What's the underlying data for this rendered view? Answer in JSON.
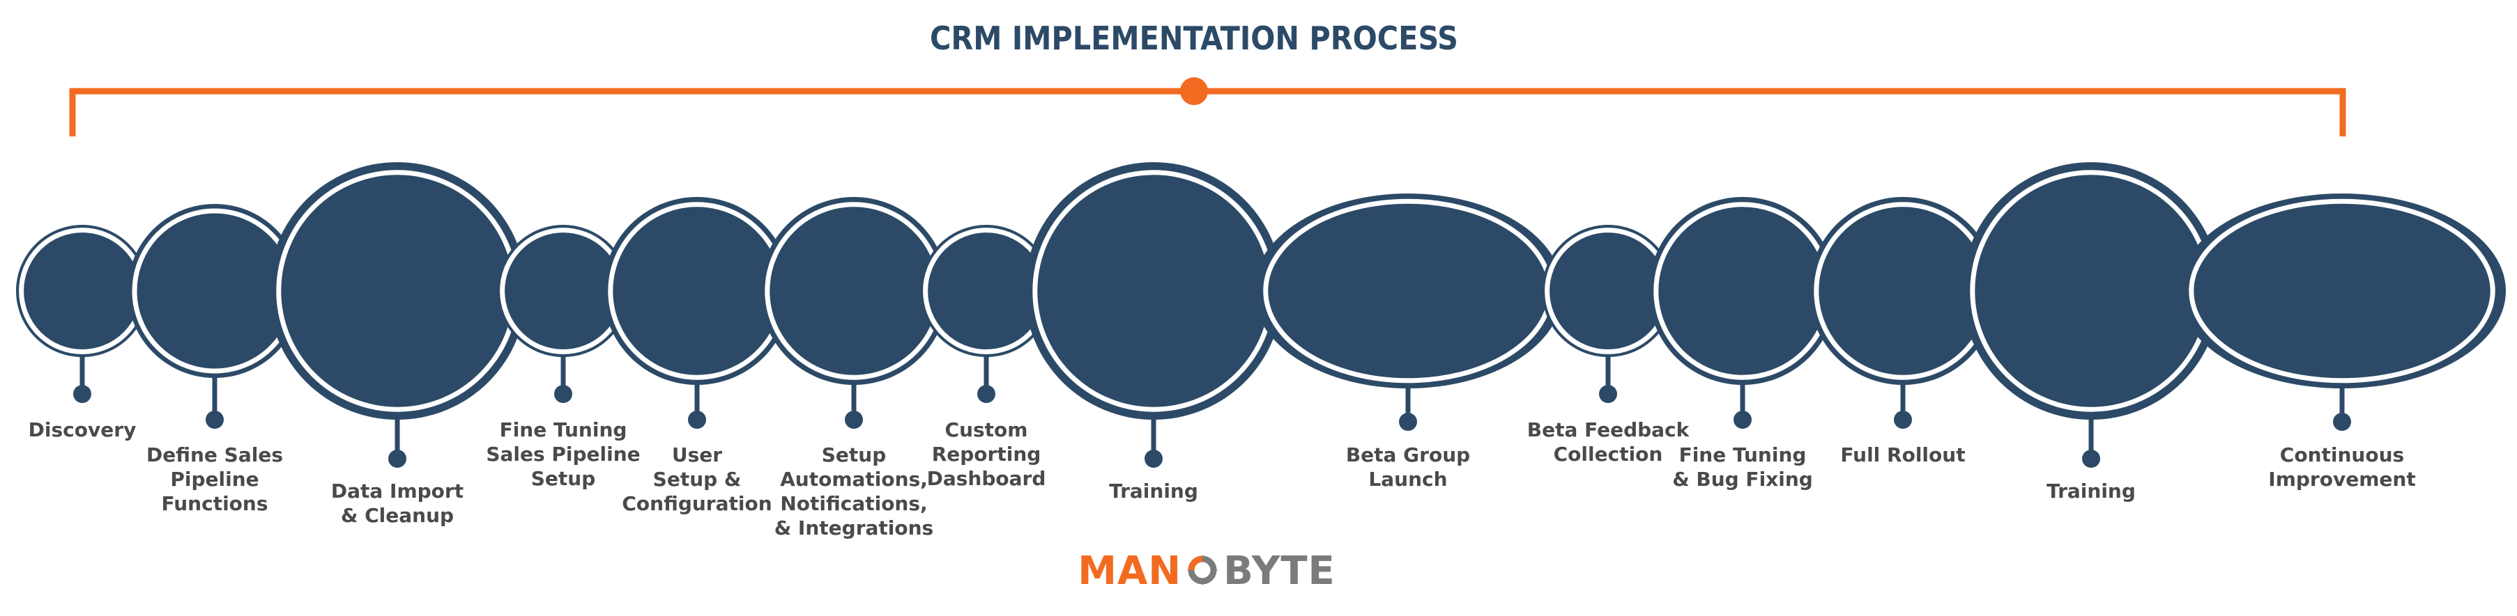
{
  "title": "CRM IMPLEMENTATION PROCESS",
  "colors": {
    "accent": "#f26b21",
    "node": "#2c4a67",
    "text": "#4a4a4a",
    "logo_gray": "#7b7b7b"
  },
  "steps": [
    {
      "label": "Discovery"
    },
    {
      "label": "Define Sales\nPipeline\nFunctions"
    },
    {
      "label": "Data Import\n& Cleanup"
    },
    {
      "label": "Fine Tuning\nSales Pipeline\nSetup"
    },
    {
      "label": "User\nSetup &\nConfiguration"
    },
    {
      "label": "Setup\nAutomations,\nNotifications,\n& Integrations"
    },
    {
      "label": "Custom\nReporting\nDashboard"
    },
    {
      "label": "Training"
    },
    {
      "label": "Beta Group\nLaunch"
    },
    {
      "label": "Beta Feedback\nCollection"
    },
    {
      "label": "Fine Tuning\n& Bug Fixing"
    },
    {
      "label": "Full Rollout"
    },
    {
      "label": "Training"
    },
    {
      "label": "Continuous\nImprovement"
    }
  ],
  "logo": {
    "part1": "MAN",
    "icon": "gear-icon",
    "part2": "BYTE"
  }
}
